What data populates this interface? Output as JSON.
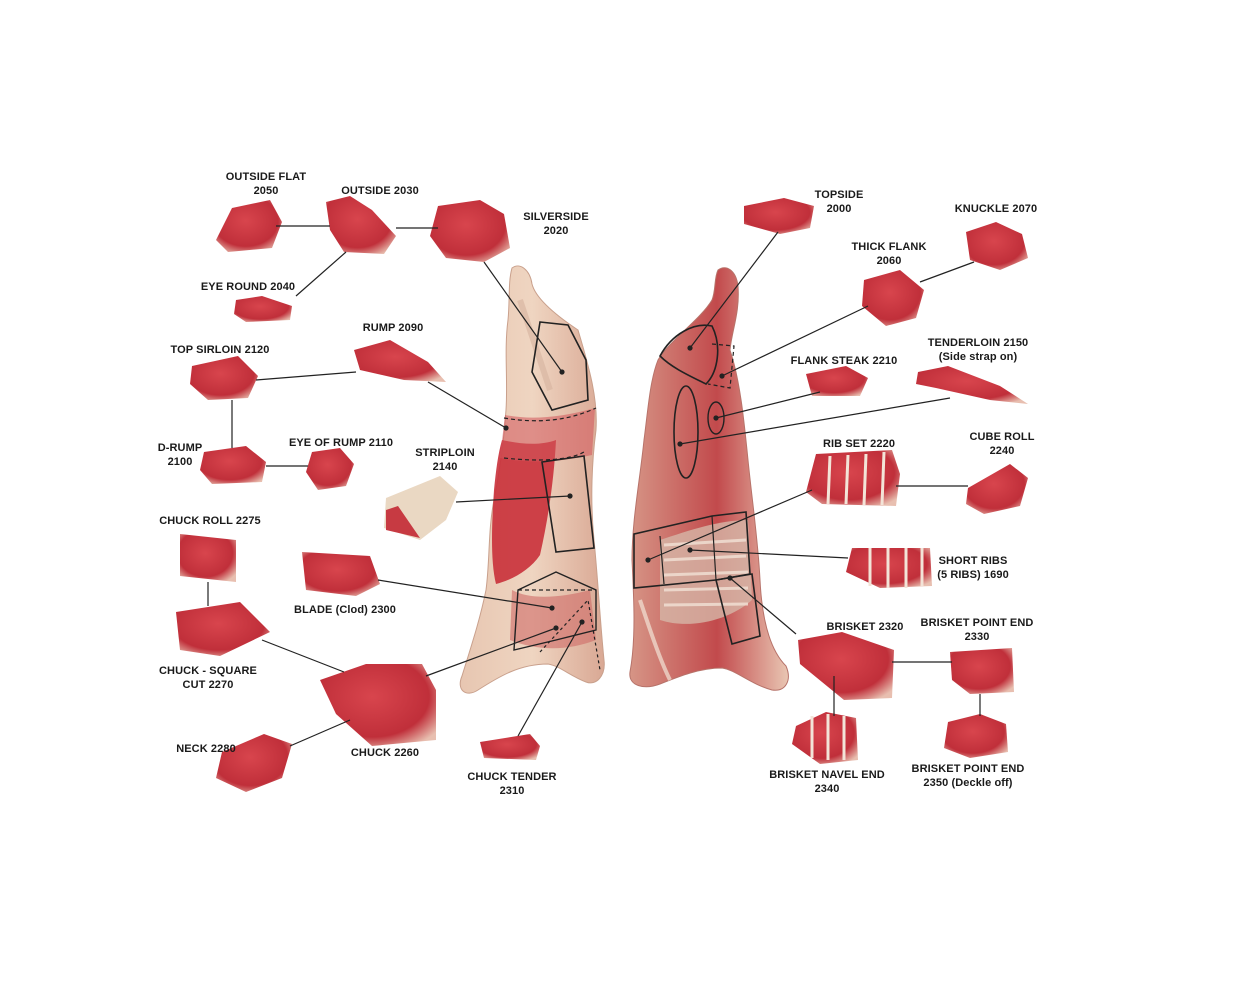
{
  "diagram": {
    "cuts": {
      "outside_flat": {
        "name": "OUTSIDE FLAT",
        "code": "2050"
      },
      "outside": {
        "name": "OUTSIDE 2030"
      },
      "silverside": {
        "name": "SILVERSIDE",
        "code": "2020"
      },
      "eye_round": {
        "name": "EYE ROUND 2040"
      },
      "rump": {
        "name": "RUMP 2090"
      },
      "top_sirloin": {
        "name": "TOP SIRLOIN 2120"
      },
      "d_rump": {
        "name": "D-RUMP",
        "code": "2100"
      },
      "eye_of_rump": {
        "name": "EYE OF RUMP 2110"
      },
      "striploin": {
        "name": "STRIPLOIN",
        "code": "2140"
      },
      "chuck_roll": {
        "name": "CHUCK ROLL 2275"
      },
      "blade": {
        "name": "BLADE (Clod) 2300"
      },
      "chuck_square": {
        "name": "CHUCK - SQUARE",
        "code": "CUT 2270"
      },
      "neck": {
        "name": "NECK 2280"
      },
      "chuck": {
        "name": "CHUCK 2260"
      },
      "chuck_tender": {
        "name": "CHUCK TENDER",
        "code": "2310"
      },
      "topside": {
        "name": "TOPSIDE",
        "code": "2000"
      },
      "knuckle": {
        "name": "KNUCKLE 2070"
      },
      "thick_flank": {
        "name": "THICK FLANK",
        "code": "2060"
      },
      "tenderloin": {
        "name": "TENDERLOIN 2150",
        "note": "(Side strap on)"
      },
      "flank_steak": {
        "name": "FLANK STEAK 2210"
      },
      "rib_set": {
        "name": "RIB SET 2220"
      },
      "cube_roll": {
        "name": "CUBE ROLL",
        "code": "2240"
      },
      "short_ribs": {
        "name": "SHORT RIBS",
        "code": "(5 RIBS) 1690"
      },
      "brisket": {
        "name": "BRISKET 2320"
      },
      "brisket_point_end": {
        "name": "BRISKET POINT END",
        "code": "2330"
      },
      "brisket_navel_end": {
        "name": "BRISKET NAVEL END",
        "code": "2340"
      },
      "brisket_point_end_deckle_off": {
        "name": "BRISKET POINT END",
        "code": "2350 (Deckle off)"
      }
    },
    "colors": {
      "meat_red": "#c8303a",
      "meat_dark": "#a2202c",
      "fat": "#f1dccb",
      "carcass_fat": "#ecd3bf",
      "line": "#222222"
    }
  }
}
